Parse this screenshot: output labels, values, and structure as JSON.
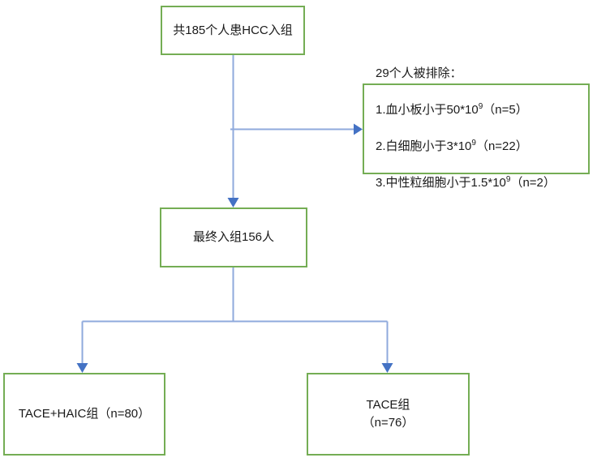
{
  "diagram": {
    "type": "flowchart",
    "title_present": false,
    "colors": {
      "node_border": "#74AD54",
      "node_fill": "#FFFFFF",
      "connector_line": "#8FAADC",
      "arrow_head": "#4472C4",
      "text": "#1A1A1A"
    },
    "nodes": [
      {
        "id": "enrolled",
        "name": "total-enrolled-box",
        "text": "共185个人患HCC入组"
      },
      {
        "id": "excluded",
        "name": "excluded-criteria-box",
        "heading": "29个人被排除：",
        "criteria": [
          {
            "index": "1.",
            "label": "血小板小于50*10",
            "exponent": "9",
            "count": "（n=5）"
          },
          {
            "index": "2.",
            "label": "白细胞小于3*10",
            "exponent": "9",
            "count": "（n=22）"
          },
          {
            "index": "3.",
            "label": "中性粒细胞小于1.5*10",
            "exponent": "9",
            "count": "（n=2）"
          }
        ]
      },
      {
        "id": "final",
        "name": "final-enrolled-box",
        "text": "最终入组156人"
      },
      {
        "id": "group_tace_haic",
        "name": "group-tace-haic-box",
        "text": "TACE+HAIC组（n=80）"
      },
      {
        "id": "group_tace",
        "name": "group-tace-box",
        "text": "TACE组\n（n=76）"
      }
    ],
    "connectors": [
      {
        "name": "enrolled-to-excluded-connector",
        "from": "enrolled",
        "to": "excluded",
        "arrow": "right"
      },
      {
        "name": "enrolled-to-final-connector",
        "from": "enrolled",
        "to": "final",
        "arrow": "down"
      },
      {
        "name": "final-to-tace-haic-connector",
        "from": "final",
        "to": "group_tace_haic",
        "arrow": "down"
      },
      {
        "name": "final-to-tace-connector",
        "from": "final",
        "to": "group_tace",
        "arrow": "down"
      }
    ]
  }
}
